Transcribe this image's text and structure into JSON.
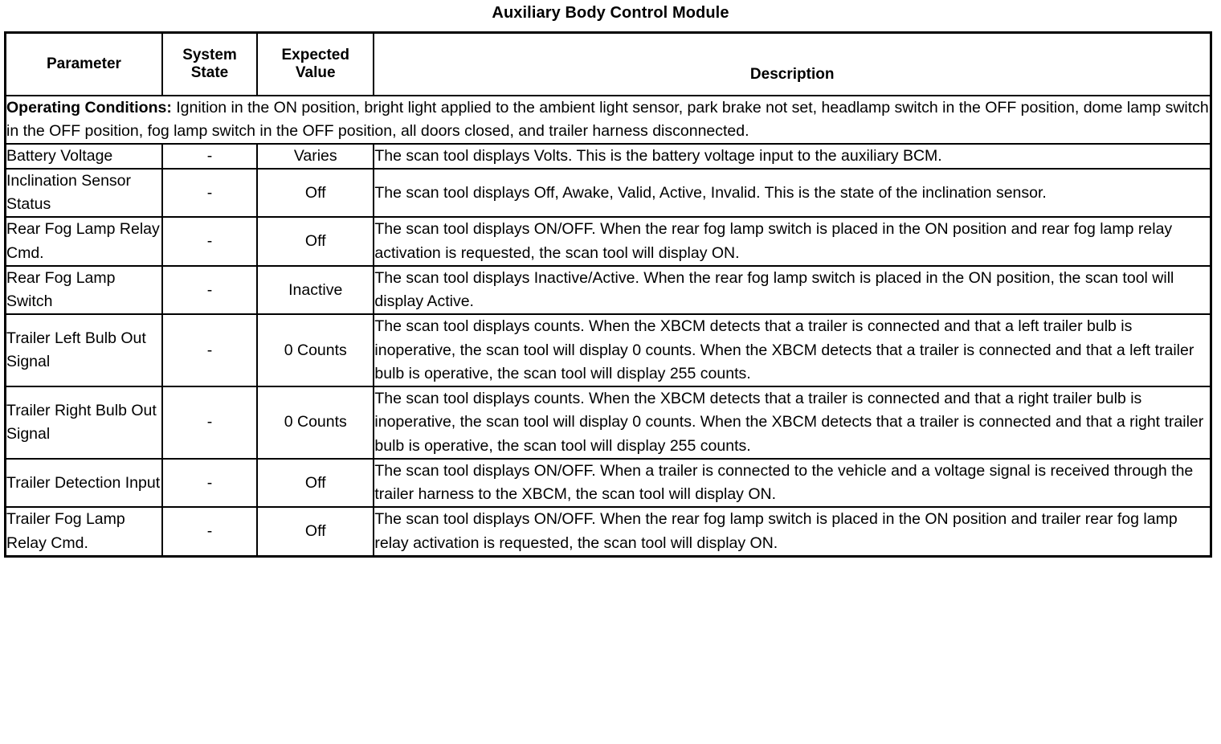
{
  "document": {
    "title": "Auxiliary Body Control Module"
  },
  "table": {
    "headers": {
      "parameter": "Parameter",
      "system_state": "System State",
      "system_state_line1": "System",
      "system_state_line2": "State",
      "expected_value_line1": "Expected",
      "expected_value_line2": "Value",
      "description": "Description"
    },
    "operating_conditions": {
      "label": "Operating Conditions:",
      "text": " Ignition in the ON position, bright light applied to the ambient light sensor, park brake not set, headlamp switch in the OFF position, dome lamp switch in the OFF position, fog lamp switch in the OFF position, all doors closed, and trailer harness disconnected."
    },
    "rows": [
      {
        "parameter": "Battery Voltage",
        "system_state": "-",
        "expected_value": "Varies",
        "description": "The scan tool displays Volts. This is the battery voltage input to the auxiliary BCM."
      },
      {
        "parameter": "Inclination Sensor Status",
        "system_state": "-",
        "expected_value": "Off",
        "description": "The scan tool displays Off, Awake, Valid, Active, Invalid. This is the state of the inclination sensor."
      },
      {
        "parameter": "Rear Fog Lamp Relay Cmd.",
        "system_state": "-",
        "expected_value": "Off",
        "description": "The scan tool displays ON/OFF. When the rear fog lamp switch is placed in the ON position and rear fog lamp relay activation is requested, the scan tool will display ON."
      },
      {
        "parameter": "Rear Fog Lamp Switch",
        "system_state": "-",
        "expected_value": "Inactive",
        "description": "The scan tool displays Inactive/Active. When the rear fog lamp switch is placed in the ON position, the scan tool will display Active."
      },
      {
        "parameter": "Trailer Left Bulb Out Signal",
        "system_state": "-",
        "expected_value": "0 Counts",
        "description": "The scan tool displays counts. When the XBCM detects that a trailer is connected and that a left trailer bulb is inoperative, the scan tool will display 0 counts. When the XBCM detects that a trailer is connected and that a left trailer bulb is operative, the scan tool will display 255 counts."
      },
      {
        "parameter": "Trailer Right Bulb Out Signal",
        "system_state": "-",
        "expected_value": "0 Counts",
        "description": "The scan tool displays counts. When the XBCM detects that a trailer is connected and that a right trailer bulb is inoperative, the scan tool will display 0 counts. When the XBCM detects that a trailer is connected and that a right trailer bulb is operative, the scan tool will display 255 counts."
      },
      {
        "parameter": "Trailer Detection Input",
        "system_state": "-",
        "expected_value": "Off",
        "description": "The scan tool displays ON/OFF. When a trailer is connected to the vehicle and a voltage signal is received through the trailer harness to the XBCM, the scan tool will display ON."
      },
      {
        "parameter": "Trailer Fog Lamp Relay Cmd.",
        "system_state": "-",
        "expected_value": "Off",
        "description": "The scan tool displays ON/OFF. When the rear fog lamp switch is placed in the ON position and trailer rear fog lamp relay activation is requested, the scan tool will display ON."
      }
    ]
  }
}
